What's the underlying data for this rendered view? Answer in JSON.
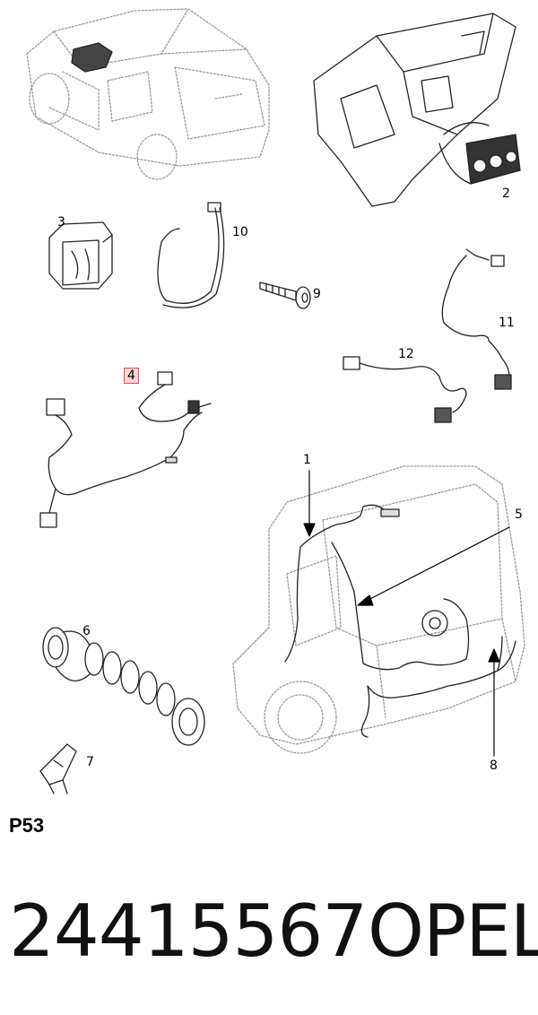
{
  "diagram": {
    "callouts": {
      "c1": "1",
      "c2": "2",
      "c3": "3",
      "c4": "4",
      "c5": "5",
      "c6": "6",
      "c7": "7",
      "c8": "8",
      "c9": "9",
      "c10": "10",
      "c11": "11",
      "c12": "12"
    },
    "highlighted_callout": "4"
  },
  "footer": {
    "page_code": "P53",
    "part_number": "24415567",
    "brand": "OPEL"
  },
  "colors": {
    "line": "#222222",
    "dashed_outline": "#888888",
    "highlight_border": "#e05050",
    "highlight_fill": "#f6d6d6"
  }
}
